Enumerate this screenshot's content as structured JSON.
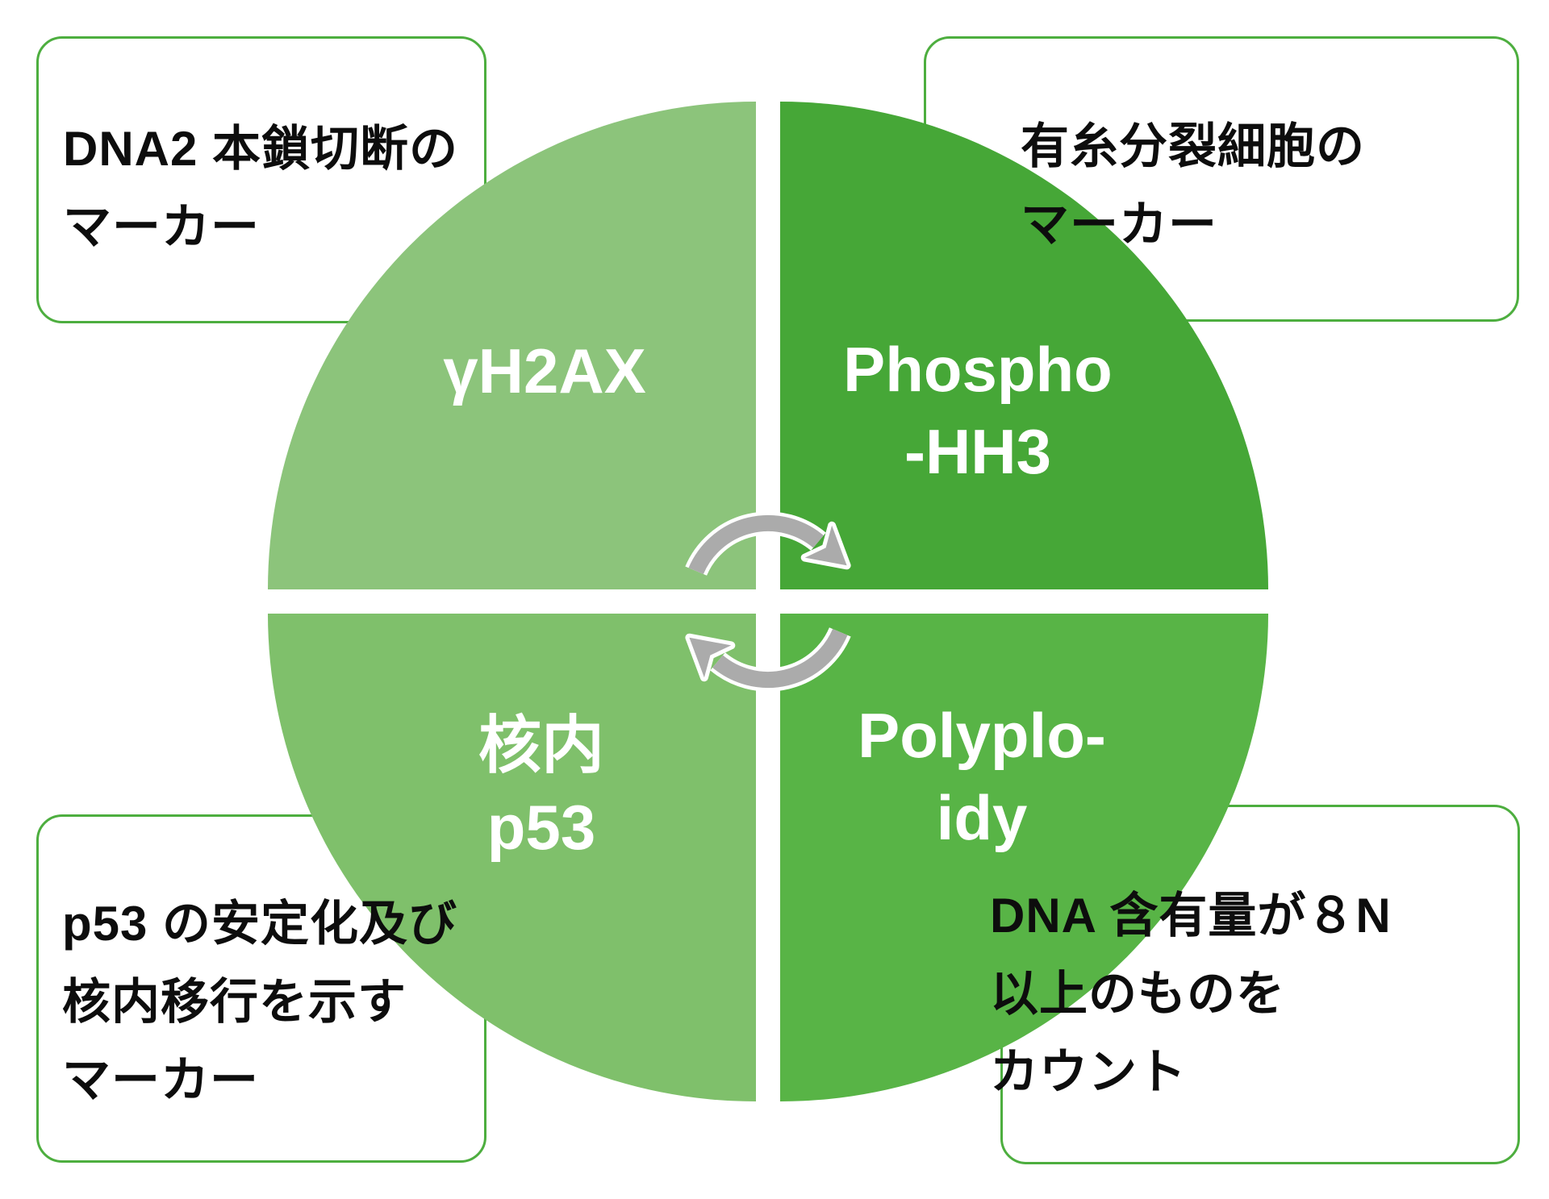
{
  "diagram": {
    "type": "cycle-quadrant-diagram",
    "center_icon": "cycle-arrows-icon",
    "colors": {
      "background": "#FFFFFF",
      "callout_border": "#4DAE3F",
      "callout_fill": "#FFFFFF",
      "arrow_gray": "#ABABAB",
      "label_text": "#FFFFFF",
      "callout_text": "#0D0D0D",
      "quadrant_top_left": "#8CC47B",
      "quadrant_top_right": "#46A737",
      "quadrant_bottom_left": "#7FC06B",
      "quadrant_bottom_right": "#58B446"
    },
    "quadrants": [
      {
        "id": "top-left",
        "color": "#8CC47B",
        "label_lines": [
          "γH2AX"
        ],
        "callout": {
          "lines": [
            "DNA2 本鎖切断の",
            "マーカー"
          ]
        }
      },
      {
        "id": "top-right",
        "color": "#46A737",
        "label_lines": [
          "Phospho",
          "-HH3"
        ],
        "callout": {
          "lines": [
            "有糸分裂細胞の",
            "マーカー"
          ]
        }
      },
      {
        "id": "bottom-left",
        "color": "#7FC06B",
        "label_lines": [
          "核内",
          "p53"
        ],
        "callout": {
          "lines": [
            "p53 の安定化及び",
            "核内移行を示す",
            "マーカー"
          ]
        }
      },
      {
        "id": "bottom-right",
        "color": "#58B446",
        "label_lines": [
          "Polyplo-",
          "idy"
        ],
        "callout": {
          "lines": [
            "DNA 含有量が８N",
            "以上のものを",
            "カウント"
          ]
        }
      }
    ]
  }
}
